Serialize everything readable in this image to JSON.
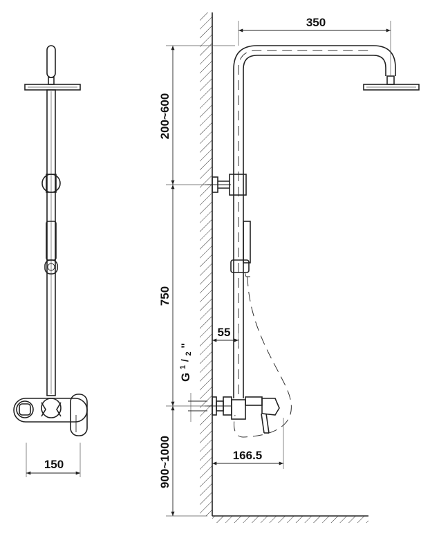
{
  "dimensions": {
    "head_reach": "350",
    "overhead_range": "200~600",
    "rail_length": "750",
    "wall_offset": "55",
    "thread_main": "G",
    "thread_num": "1",
    "thread_den": "2",
    "thread_mark": "\"",
    "spout_reach": "166.5",
    "floor_height": "900~1000",
    "mixer_width": "150"
  }
}
